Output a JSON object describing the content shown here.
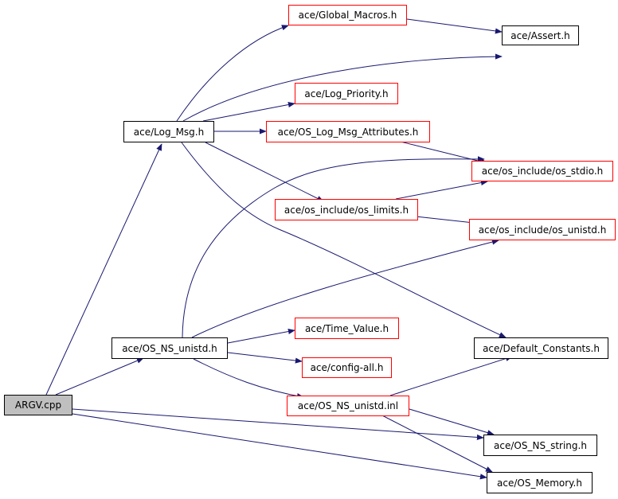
{
  "colors": {
    "edge": "#191970",
    "node_border": "#000000",
    "node_border_incomplete": "#ff0000",
    "root_fill": "#bfbfbf"
  },
  "nodes": {
    "argv": {
      "label": "ARGV.cpp"
    },
    "log_msg": {
      "label": "ace/Log_Msg.h"
    },
    "os_ns_unistd": {
      "label": "ace/OS_NS_unistd.h"
    },
    "global_macros": {
      "label": "ace/Global_Macros.h"
    },
    "assert": {
      "label": "ace/Assert.h"
    },
    "log_priority": {
      "label": "ace/Log_Priority.h"
    },
    "os_log_msg_attributes": {
      "label": "ace/OS_Log_Msg_Attributes.h"
    },
    "os_stdio": {
      "label": "ace/os_include/os_stdio.h"
    },
    "os_limits": {
      "label": "ace/os_include/os_limits.h"
    },
    "os_unistd": {
      "label": "ace/os_include/os_unistd.h"
    },
    "time_value": {
      "label": "ace/Time_Value.h"
    },
    "default_constants": {
      "label": "ace/Default_Constants.h"
    },
    "config_all": {
      "label": "ace/config-all.h"
    },
    "os_ns_unistd_inl": {
      "label": "ace/OS_NS_unistd.inl"
    },
    "os_ns_string": {
      "label": "ace/OS_NS_string.h"
    },
    "os_memory": {
      "label": "ace/OS_Memory.h"
    }
  }
}
